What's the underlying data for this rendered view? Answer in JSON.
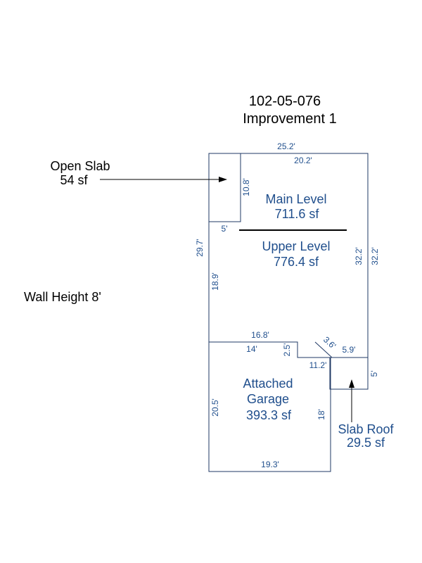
{
  "title": {
    "parcel_id": "102-05-076",
    "improvement": "Improvement 1"
  },
  "wall_height": "Wall Height 8'",
  "labels": {
    "open_slab": {
      "name": "Open Slab",
      "area": "54 sf"
    },
    "main_level": {
      "name": "Main Level",
      "area": "711.6 sf"
    },
    "upper_level": {
      "name": "Upper Level",
      "area": "776.4 sf"
    },
    "garage": {
      "line1": "Attached",
      "line2": "Garage",
      "area": "393.3 sf"
    },
    "slab_roof": {
      "name": "Slab Roof",
      "area": "29.5 sf"
    }
  },
  "dimensions": {
    "top_outer": "25.2'",
    "top_inner": "20.2'",
    "open_slab_height": "10.8'",
    "open_slab_width": "5'",
    "left_outer": "29.7'",
    "left_inner": "18.9'",
    "right_inner": "32.2'",
    "right_outer": "32.2'",
    "middle_outer": "16.8'",
    "middle_inner": "14'",
    "notch_height": "2.5'",
    "diagonal": "3.6'",
    "notch_right": "5.9'",
    "notch_bottom": "11.2'",
    "slab_roof_height": "5'",
    "garage_left": "20.5'",
    "garage_right": "18'",
    "garage_bottom": "19.3'"
  },
  "colors": {
    "outline": "#1f3864",
    "label": "#1f4e8c",
    "dimension": "#1f4e8c",
    "text": "#000000"
  }
}
